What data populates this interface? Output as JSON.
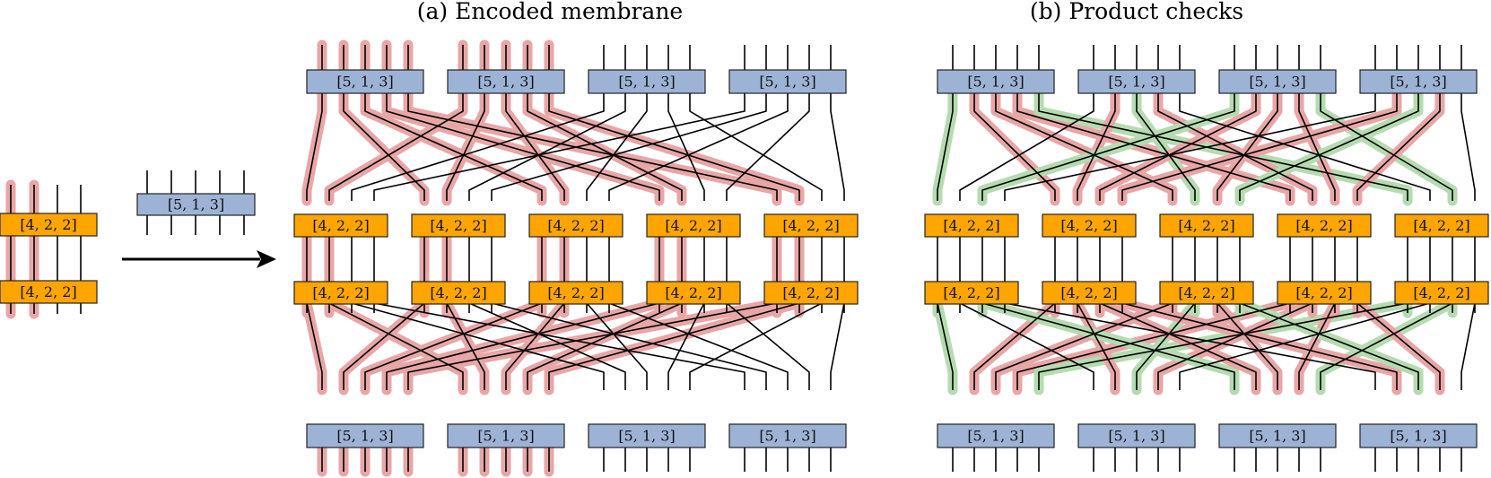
{
  "panels": {
    "a_title": "(a) Encoded membrane",
    "b_title": "(b) Product checks"
  },
  "box_labels": {
    "outer": "[5, 1, 3]",
    "inner": "[4, 2, 2]"
  },
  "colors": {
    "outer_box_fill": "#9db3d6",
    "inner_box_fill": "#ffa500",
    "box_stroke": "#222222",
    "wire": "#000000",
    "red_highlight": "#e8a6a6",
    "green_highlight": "#b5dbb0"
  },
  "legend_icons": [
    "arrow-icon"
  ]
}
